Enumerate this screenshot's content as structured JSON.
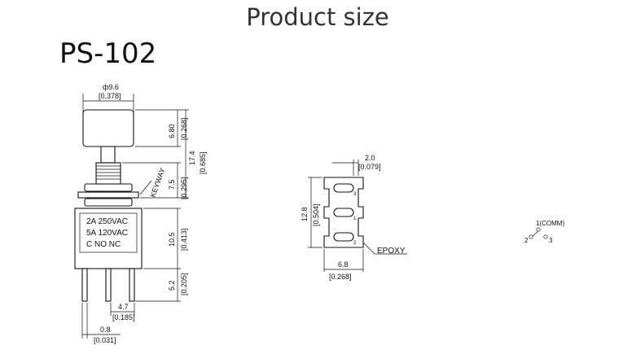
{
  "page": {
    "title": "Product size",
    "model": "PS-102"
  },
  "side_view": {
    "cap_diameter": "ф9.6",
    "cap_diameter_in": "[0.378]",
    "cap_height": "6.80",
    "cap_height_in": "[0.268]",
    "total_height": "17.4",
    "total_height_in": "[0.685]",
    "bushing_height": "7.5",
    "bushing_height_in": "[0.295]",
    "keyway_label": "KEYWAY",
    "body_height": "10.5",
    "body_height_in": "[0.413]",
    "terminal_length": "5.2",
    "terminal_length_in": "[0.205]",
    "pin_pitch": "4.7",
    "pin_pitch_in": "[0.185]",
    "pin_width": "0.8",
    "pin_width_in": "[0.031]",
    "rating_line1": "2A 250VAC",
    "rating_line2": "5A 120VAC",
    "rating_line3": "C NO NC"
  },
  "bottom_view": {
    "slot_width": "2.0",
    "slot_width_in": "[0.079]",
    "length": "12.8",
    "length_in": "[0.504]",
    "width": "6.8",
    "width_in": "[0.268]",
    "epoxy_label": "EPOXY"
  },
  "schematic": {
    "pin1_label": "1(COMM)",
    "pin2_label": "2",
    "pin3_label": "3"
  }
}
